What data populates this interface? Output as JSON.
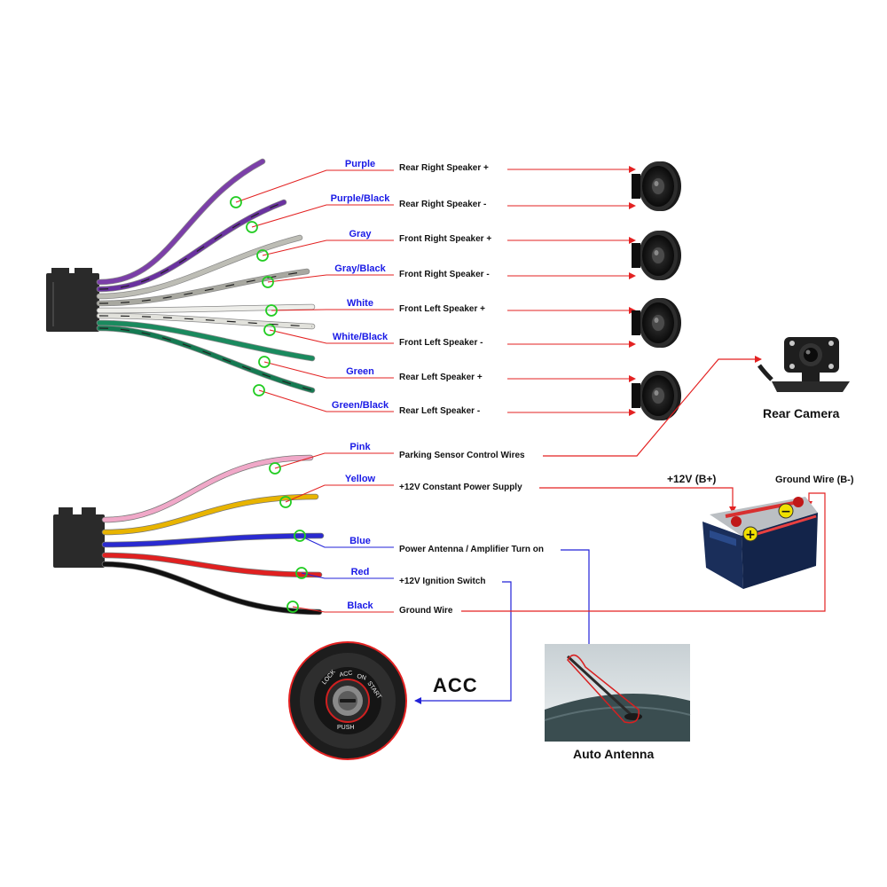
{
  "wire_groups": {
    "speaker": [
      {
        "color_name": "Purple",
        "function": "Rear Right Speaker +",
        "wire_hex": "#7b3fa8"
      },
      {
        "color_name": "Purple/Black",
        "function": "Rear Right Speaker -",
        "wire_hex": "#6a32a0"
      },
      {
        "color_name": "Gray",
        "function": "Front Right Speaker +",
        "wire_hex": "#bdbdb5"
      },
      {
        "color_name": "Gray/Black",
        "function": "Front Right Speaker -",
        "wire_hex": "#a8a8a0"
      },
      {
        "color_name": "White",
        "function": "Front Left Speaker +",
        "wire_hex": "#eeeeea"
      },
      {
        "color_name": "White/Black",
        "function": "Front Left Speaker -",
        "wire_hex": "#e2e2dc"
      },
      {
        "color_name": "Green",
        "function": "Rear Left Speaker +",
        "wire_hex": "#1a8a5e"
      },
      {
        "color_name": "Green/Black",
        "function": "Rear Left Speaker -",
        "wire_hex": "#157a52"
      }
    ],
    "power": [
      {
        "color_name": "Pink",
        "function": "Parking Sensor Control Wires",
        "wire_hex": "#f0a8c8"
      },
      {
        "color_name": "Yellow",
        "function": "+12V Constant Power Supply",
        "wire_hex": "#e8b400"
      },
      {
        "color_name": "Blue",
        "function": "Power Antenna / Amplifier Turn on",
        "wire_hex": "#2a2ad0"
      },
      {
        "color_name": "Red",
        "function": "+12V  Ignition Switch",
        "wire_hex": "#e02020"
      },
      {
        "color_name": "Black",
        "function": "Ground Wire",
        "wire_hex": "#111111"
      }
    ]
  },
  "devices": {
    "rear_camera": "Rear Camera",
    "battery_positive": "+12V  (B+)",
    "battery_ground": "Ground Wire (B-)",
    "acc": "ACC",
    "auto_antenna": "Auto Antenna",
    "ignition_text": {
      "lock": "LOCK",
      "acc": "ACC",
      "on": "ON",
      "start": "START",
      "push": "PUSH"
    }
  },
  "colors": {
    "label_blue": "#1a1ae6",
    "line_red": "#e32222",
    "line_blue": "#2222d8",
    "marker_green": "#22cc22"
  }
}
